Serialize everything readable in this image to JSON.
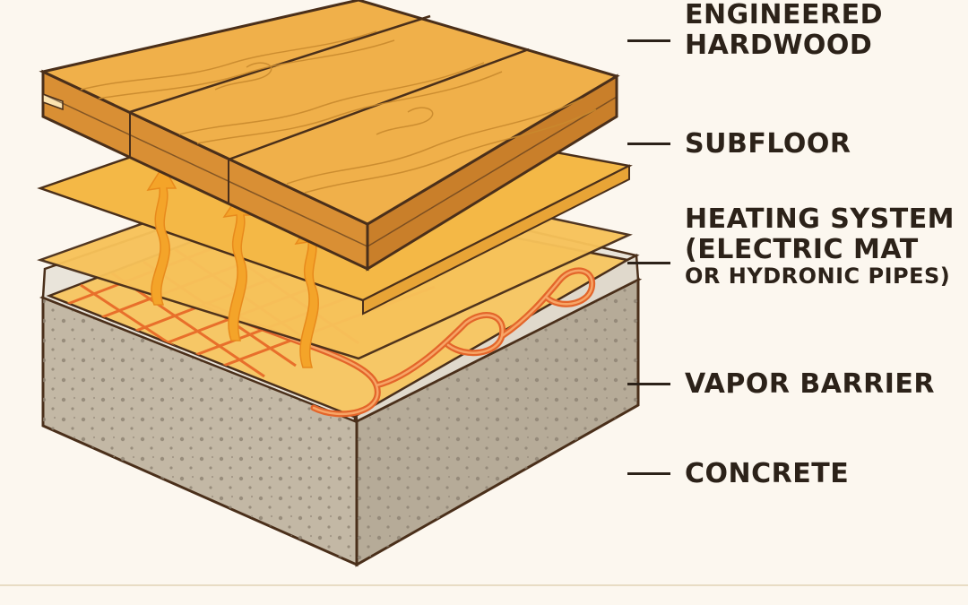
{
  "labels": {
    "hardwood": {
      "line1": "ENGINEERED",
      "line2": "HARDWOOD"
    },
    "subfloor": "SUBFLOOR",
    "heating": {
      "line1": "HEATING SYSTEM",
      "line2": "(ELECTRIC MAT",
      "line3": "OR HYDRONIC PIPES)"
    },
    "vapor": "VAPOR BARRIER",
    "concrete": "CONCRETE"
  },
  "colors": {
    "background": "#fcf7ef",
    "outline": "#4a2f1a",
    "wood_top": "#f0b04a",
    "wood_side": "#d98f34",
    "subfloor": "#f7c25a",
    "heating_mat": "#ef7a2f",
    "heat_arrow": "#f4a429",
    "vapor_barrier": "#e9e4da",
    "concrete_top": "#cdc3b2",
    "concrete_side": "#b9ae9b"
  }
}
